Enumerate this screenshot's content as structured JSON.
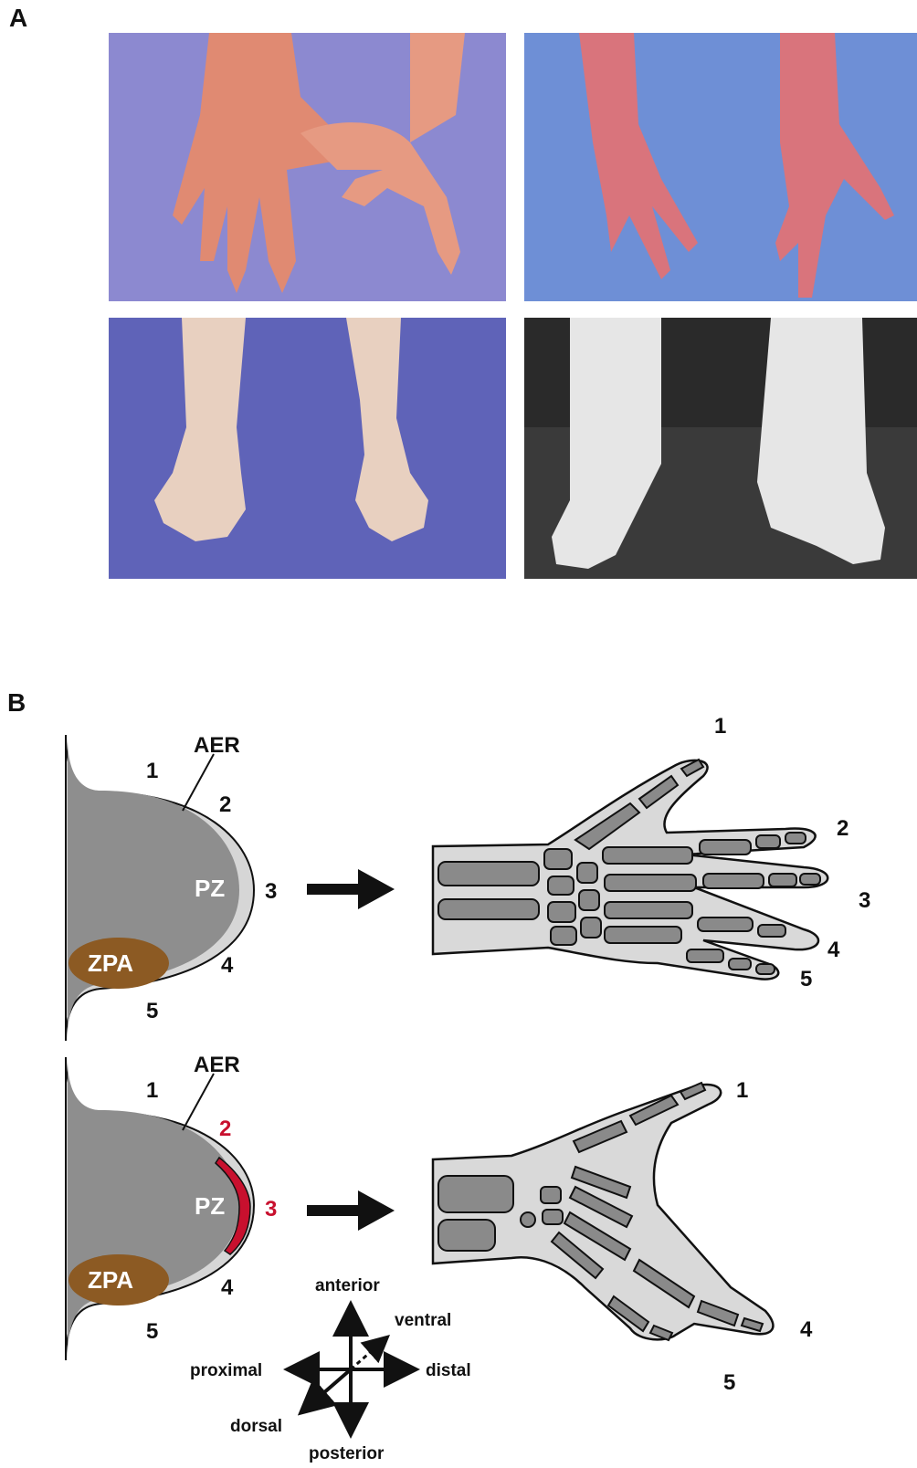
{
  "panel_a": {
    "letter": "A"
  },
  "panel_b": {
    "letter": "B",
    "normal": {
      "aer": "AER",
      "pz": "PZ",
      "zpa": "ZPA",
      "bud_digits": [
        "1",
        "2",
        "3",
        "4",
        "5"
      ],
      "hand_digits": [
        "1",
        "2",
        "3",
        "4",
        "5"
      ]
    },
    "mutant": {
      "aer": "AER",
      "pz": "PZ",
      "zpa": "ZPA",
      "bud_digits": [
        "1",
        "2",
        "3",
        "4",
        "5"
      ],
      "hand_digits": [
        "1",
        "4",
        "5"
      ]
    },
    "axes": {
      "anterior": "anterior",
      "posterior": "posterior",
      "proximal": "proximal",
      "distal": "distal",
      "dorsal": "dorsal",
      "ventral": "ventral"
    }
  },
  "colors": {
    "bud_gray": "#8e8e8e",
    "aer_light": "#d6d6d6",
    "zpa_brown": "#8c5a23",
    "mutant_red": "#c8102e",
    "bone_gray": "#8a8a8a",
    "hand_light": "#d9d9d9",
    "photo_blue": "#6f73c2"
  }
}
